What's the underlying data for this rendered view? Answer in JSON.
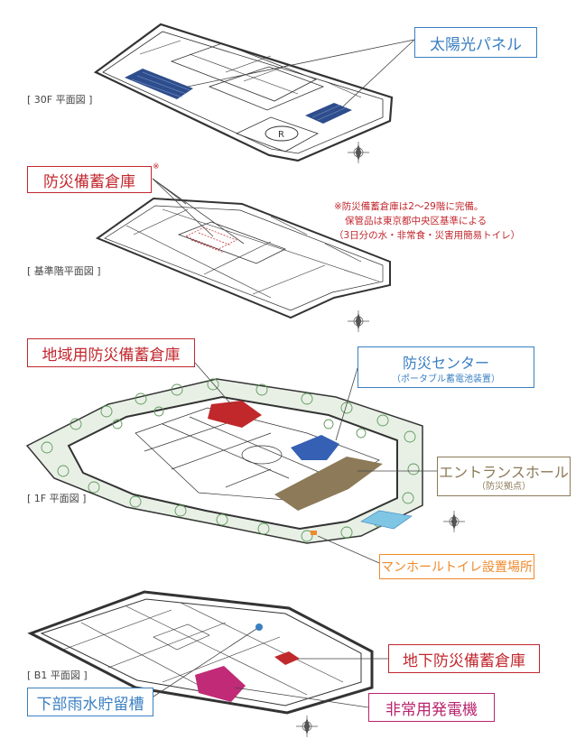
{
  "plans": {
    "f30": "[ 30F 平面図 ]",
    "typical": "[ 基準階平面図 ]",
    "f1": "[ 1F 平面図 ]",
    "b1": "[ B1 平面図 ]"
  },
  "labels": {
    "solar": "太陽光パネル",
    "storage": "防災備蓄倉庫",
    "storage_mark": "※",
    "local_storage": "地域用防災備蓄倉庫",
    "center": "防災センター",
    "center_sub": "（ポータブル蓄電池装置）",
    "entrance": "エントランスホール",
    "entrance_sub": "（防災拠点）",
    "manhole": "マンホールトイレ設置場所",
    "b1_storage": "地下防災備蓄倉庫",
    "rain": "下部雨水貯留槽",
    "generator": "非常用発電機"
  },
  "note": {
    "line1": "※防災備蓄倉庫は2～29階に完備。",
    "line2": "保管品は東京都中央区基準による",
    "line3": "（3日分の水・非常食・災害用簡易トイレ）"
  },
  "colors": {
    "blue": "#3a7fc1",
    "red": "#c2272d",
    "tan": "#8c7a58",
    "orange": "#ef8a2c",
    "magenta": "#b8246e"
  }
}
